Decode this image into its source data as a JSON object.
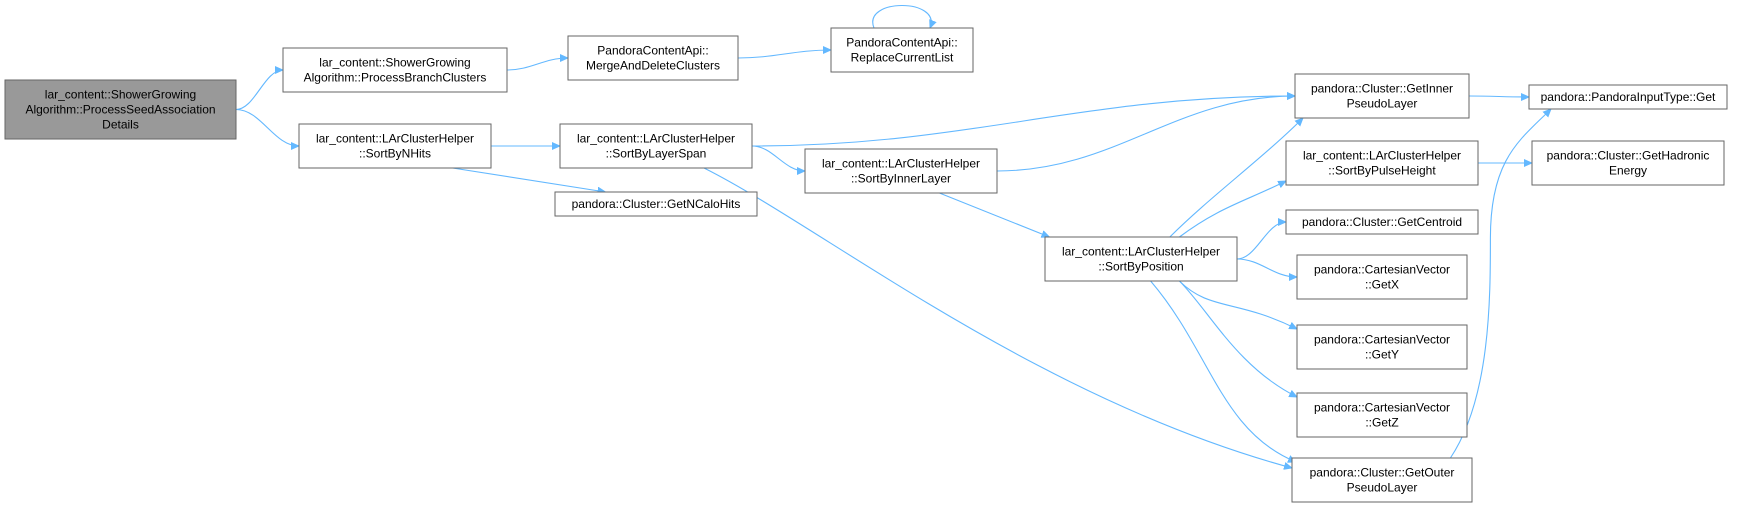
{
  "graph": {
    "nodes": [
      {
        "id": "root",
        "root": true,
        "lines": [
          "lar_content::ShowerGrowing",
          "Algorithm::ProcessSeedAssociation",
          "Details"
        ]
      },
      {
        "id": "pbc",
        "lines": [
          "lar_content::ShowerGrowing",
          "Algorithm::ProcessBranchClusters"
        ]
      },
      {
        "id": "merge",
        "lines": [
          "PandoraContentApi::",
          "MergeAndDeleteClusters"
        ]
      },
      {
        "id": "replace",
        "lines": [
          "PandoraContentApi::",
          "ReplaceCurrentList"
        ]
      },
      {
        "id": "nhits",
        "lines": [
          "lar_content::LArClusterHelper",
          "::SortByNHits"
        ]
      },
      {
        "id": "ncalo",
        "lines": [
          "pandora::Cluster::GetNCaloHits"
        ]
      },
      {
        "id": "layerspan",
        "lines": [
          "lar_content::LArClusterHelper",
          "::SortByLayerSpan"
        ]
      },
      {
        "id": "innerlayer",
        "lines": [
          "lar_content::LArClusterHelper",
          "::SortByInnerLayer"
        ]
      },
      {
        "id": "position",
        "lines": [
          "lar_content::LArClusterHelper",
          "::SortByPosition"
        ]
      },
      {
        "id": "innerpl",
        "lines": [
          "pandora::Cluster::GetInner",
          "PseudoLayer"
        ]
      },
      {
        "id": "pulse",
        "lines": [
          "lar_content::LArClusterHelper",
          "::SortByPulseHeight"
        ]
      },
      {
        "id": "centroid",
        "lines": [
          "pandora::Cluster::GetCentroid"
        ]
      },
      {
        "id": "getx",
        "lines": [
          "pandora::CartesianVector",
          "::GetX"
        ]
      },
      {
        "id": "gety",
        "lines": [
          "pandora::CartesianVector",
          "::GetY"
        ]
      },
      {
        "id": "getz",
        "lines": [
          "pandora::CartesianVector",
          "::GetZ"
        ]
      },
      {
        "id": "outerpl",
        "lines": [
          "pandora::Cluster::GetOuter",
          "PseudoLayer"
        ]
      },
      {
        "id": "inputtype",
        "lines": [
          "pandora::PandoraInputType::Get"
        ]
      },
      {
        "id": "hadronic",
        "lines": [
          "pandora::Cluster::GetHadronic",
          "Energy"
        ]
      }
    ],
    "edges": [
      {
        "from": "root",
        "to": "pbc"
      },
      {
        "from": "root",
        "to": "nhits"
      },
      {
        "from": "pbc",
        "to": "merge"
      },
      {
        "from": "merge",
        "to": "replace"
      },
      {
        "from": "replace",
        "to": "replace"
      },
      {
        "from": "nhits",
        "to": "layerspan"
      },
      {
        "from": "nhits",
        "to": "ncalo"
      },
      {
        "from": "layerspan",
        "to": "innerpl"
      },
      {
        "from": "layerspan",
        "to": "innerlayer"
      },
      {
        "from": "layerspan",
        "to": "outerpl"
      },
      {
        "from": "innerlayer",
        "to": "innerpl"
      },
      {
        "from": "innerlayer",
        "to": "position"
      },
      {
        "from": "position",
        "to": "innerpl"
      },
      {
        "from": "position",
        "to": "pulse"
      },
      {
        "from": "position",
        "to": "centroid"
      },
      {
        "from": "position",
        "to": "getx"
      },
      {
        "from": "position",
        "to": "gety"
      },
      {
        "from": "position",
        "to": "getz"
      },
      {
        "from": "position",
        "to": "outerpl"
      },
      {
        "from": "innerpl",
        "to": "inputtype"
      },
      {
        "from": "pulse",
        "to": "hadronic"
      },
      {
        "from": "outerpl",
        "to": "inputtype"
      }
    ]
  },
  "colors": {
    "edge": "#63b8ff",
    "node_border": "#666666",
    "node_fill": "#ffffff",
    "root_fill": "#999999"
  }
}
